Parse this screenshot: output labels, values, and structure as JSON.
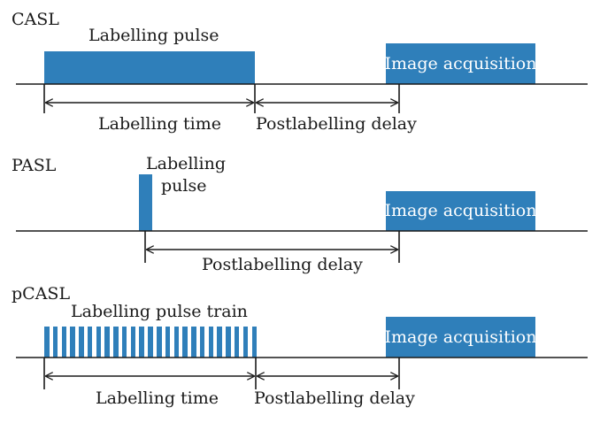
{
  "colors": {
    "pulse": "#2f7fba",
    "line": "#1a1a1a",
    "text": "#1a1a1a"
  },
  "casl": {
    "title": "CASL",
    "pulse_label": "Labelling pulse",
    "acquisition_label": "Image acquisition",
    "labelling_time": "Labelling time",
    "postlabelling_delay": "Postlabelling delay"
  },
  "pasl": {
    "title": "PASL",
    "pulse_label_line1": "Labelling",
    "pulse_label_line2": "pulse",
    "acquisition_label": "Image acquisition",
    "postlabelling_delay": "Postlabelling delay"
  },
  "pcasl": {
    "title": "pCASL",
    "pulse_label": "Labelling pulse train",
    "acquisition_label": "Image acquisition",
    "labelling_time": "Labelling time",
    "postlabelling_delay": "Postlabelling delay",
    "pulse_count": 25
  }
}
